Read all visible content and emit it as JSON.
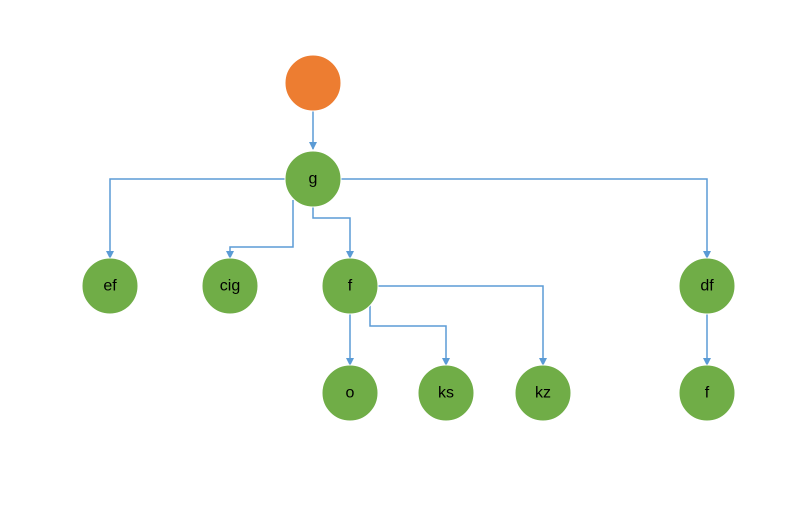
{
  "colors": {
    "root": "#ED7D31",
    "node": "#70AD47",
    "edge": "#5B9BD5"
  },
  "nodes": {
    "root": {
      "label": ""
    },
    "g": {
      "label": "g"
    },
    "ef": {
      "label": "ef"
    },
    "cig": {
      "label": "cig"
    },
    "f1": {
      "label": "f"
    },
    "df": {
      "label": "df"
    },
    "o": {
      "label": "o"
    },
    "ks": {
      "label": "ks"
    },
    "kz": {
      "label": "kz"
    },
    "f2": {
      "label": "f"
    }
  },
  "edges": [
    {
      "from": "root",
      "to": "g"
    },
    {
      "from": "g",
      "to": "ef"
    },
    {
      "from": "g",
      "to": "cig"
    },
    {
      "from": "g",
      "to": "f1"
    },
    {
      "from": "g",
      "to": "df"
    },
    {
      "from": "f1",
      "to": "o"
    },
    {
      "from": "f1",
      "to": "ks"
    },
    {
      "from": "f1",
      "to": "kz"
    },
    {
      "from": "df",
      "to": "f2"
    }
  ]
}
